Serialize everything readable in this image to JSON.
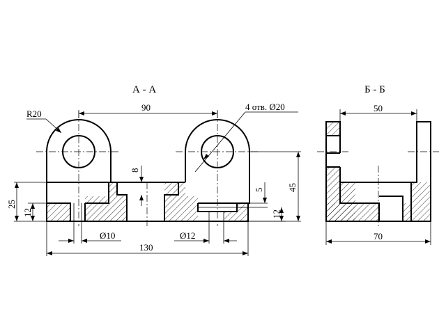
{
  "titles": {
    "section_a": "А - А",
    "section_b": "Б - Б"
  },
  "section_a": {
    "dim_90": "90",
    "dim_130": "130",
    "dim_45": "45",
    "dim_25": "25",
    "dim_12_left": "12",
    "dim_12_right": "12",
    "dim_8": "8",
    "dim_5": "5",
    "radius": "R20",
    "holes": "4 отв. Ø20",
    "dia_10": "Ø10",
    "dia_12": "Ø12"
  },
  "section_b": {
    "dim_50": "50",
    "dim_70": "70"
  }
}
